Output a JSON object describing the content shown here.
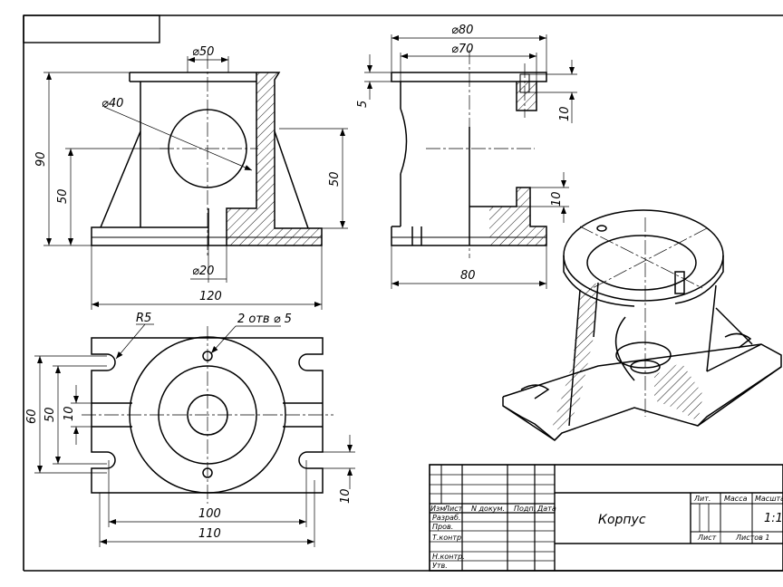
{
  "front_view": {
    "dia_top": "⌀50",
    "dia_hole": "⌀40",
    "dia_bottom": "⌀20",
    "height_total": "90",
    "height_left": "50",
    "height_right": "50",
    "width": "120"
  },
  "side_view": {
    "dia_outer": "⌀80",
    "dia_inner": "⌀70",
    "flange": "5",
    "pocket": "10",
    "step": "10",
    "base_width": "80"
  },
  "top_view": {
    "radius": "R5",
    "holes": "2 отв ⌀ 5",
    "height_outer": "60",
    "height_mid": "50",
    "height_inner": "10",
    "slot": "10",
    "width_inner": "100",
    "width_outer": "110"
  },
  "title_block": {
    "name": "Корпус",
    "headers": [
      "Изм",
      "Лист",
      "N докум.",
      "Подп.",
      "Дата"
    ],
    "roles": [
      "Разраб.",
      "Пров.",
      "Т.контр.",
      "Н.контр.",
      "Утв."
    ],
    "col_lit": "Лит.",
    "col_mass": "Масса",
    "col_scale": "Масштаб",
    "scale": "1:1",
    "sheet": "Лист",
    "sheets": "Листов 1"
  }
}
